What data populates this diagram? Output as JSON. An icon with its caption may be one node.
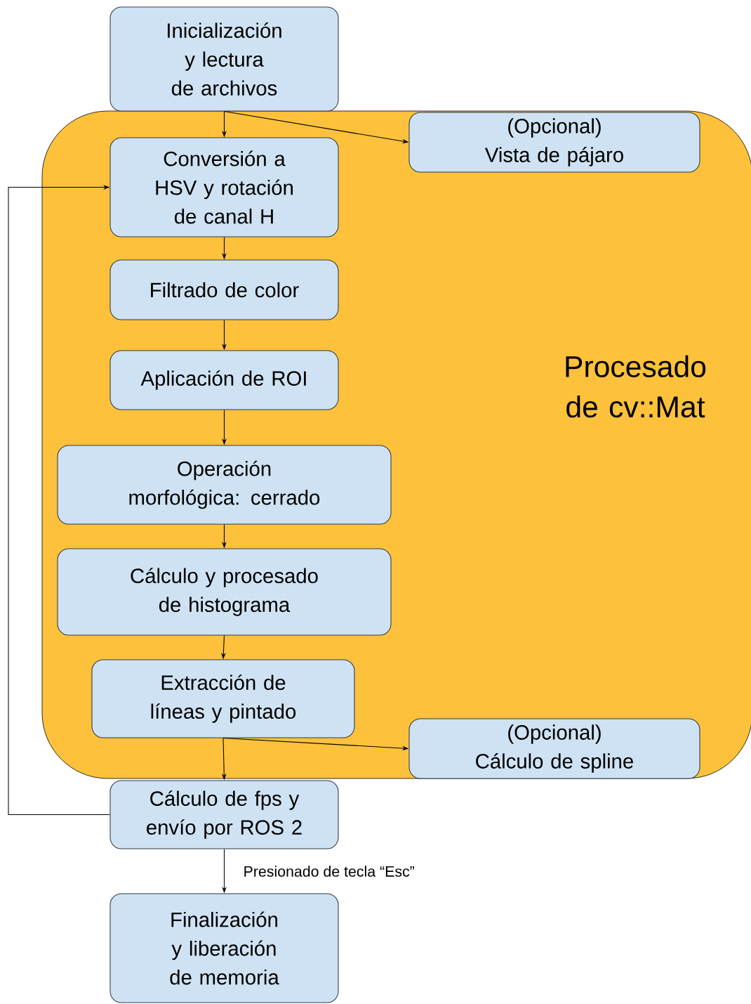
{
  "diagram": {
    "nodes": [
      {
        "text": [
          "Inicialización y lectura de archivos"
        ]
      },
      {
        "text": [
          "Procesado de cv::Mat"
        ]
      },
      {
        "text": [
          "Conversión a HSV y rotación de canal H"
        ],
        "in": 1
      },
      {
        "text": [
          "(Opcional) Vista de pájaro"
        ],
        "in": 1
      },
      {
        "text": [
          "Filtrado de color"
        ],
        "in": 1
      },
      {
        "text": [
          "Aplicación de ROI"
        ],
        "in": 1
      },
      {
        "text": [
          "Operación morfológica: cerrado"
        ],
        "in": 1
      },
      {
        "text": [
          "Cálculo y procesado de histograma"
        ],
        "in": 1
      },
      {
        "text": [
          "Extracción de líneas y pintado"
        ],
        "in": 1
      },
      {
        "text": [
          "(Opcional) Cálculo de spline"
        ],
        "in": 1
      },
      {
        "text": [
          "Cálculo de fps y envío por ROS 2"
        ]
      },
      {
        "text": [
          "Finalización y liberación de memoria"
        ]
      }
    ],
    "edges": [
      {
        "from": 0,
        "to": 2,
        "arrow": "to"
      },
      {
        "from": 0,
        "to": 3,
        "arrow": "to"
      },
      {
        "from": 2,
        "to": 4,
        "arrow": "to"
      },
      {
        "from": 4,
        "to": 5,
        "arrow": "to"
      },
      {
        "from": 5,
        "to": 6,
        "arrow": "to"
      },
      {
        "from": 6,
        "to": 7,
        "arrow": "to"
      },
      {
        "from": 7,
        "to": 8,
        "arrow": "to"
      },
      {
        "from": 8,
        "to": 10,
        "arrow": "to"
      },
      {
        "from": 8,
        "to": 9,
        "arrow": "to"
      },
      {
        "from": 10,
        "to": 2,
        "arrow": "to"
      },
      {
        "from": 10,
        "to": 11,
        "arrow": "to",
        "label": "Presionado de tecla “Esc”"
      }
    ]
  }
}
